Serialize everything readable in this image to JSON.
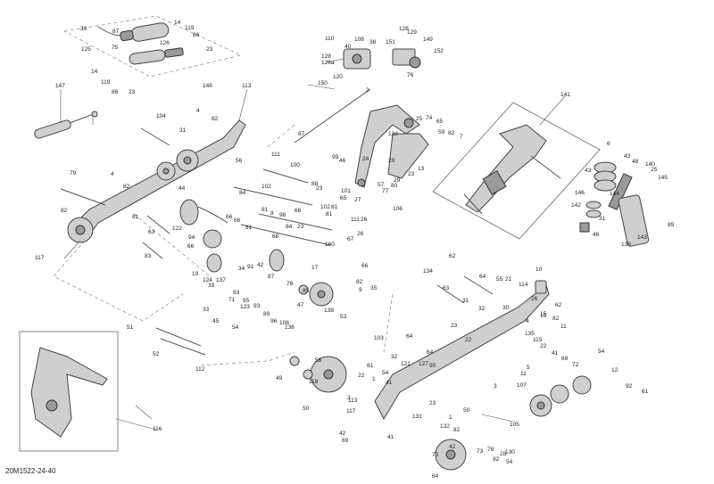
{
  "document_ref": "20M1522-24-40",
  "callouts": [
    {
      "id": "c1",
      "text": "33"
    },
    {
      "id": "c2",
      "text": "87"
    },
    {
      "id": "c3",
      "text": "125"
    },
    {
      "id": "c4",
      "text": "75"
    },
    {
      "id": "c5",
      "text": "14"
    },
    {
      "id": "c6",
      "text": "119"
    },
    {
      "id": "c7",
      "text": "86"
    },
    {
      "id": "c8",
      "text": "126"
    },
    {
      "id": "c9",
      "text": "23"
    },
    {
      "id": "c10",
      "text": "14"
    },
    {
      "id": "c11",
      "text": "119"
    },
    {
      "id": "c12",
      "text": "86"
    },
    {
      "id": "c13",
      "text": "23"
    },
    {
      "id": "c14",
      "text": "148"
    },
    {
      "id": "c15",
      "text": "147"
    },
    {
      "id": "c16",
      "text": "113"
    },
    {
      "id": "c17",
      "text": "104"
    },
    {
      "id": "c18",
      "text": "4"
    },
    {
      "id": "c19",
      "text": "82"
    },
    {
      "id": "c20",
      "text": "31"
    },
    {
      "id": "c21",
      "text": "56"
    },
    {
      "id": "c22",
      "text": "79"
    },
    {
      "id": "c23",
      "text": "4"
    },
    {
      "id": "c24",
      "text": "82"
    },
    {
      "id": "c25",
      "text": "82"
    },
    {
      "id": "c26",
      "text": "44"
    },
    {
      "id": "c27",
      "text": "122"
    },
    {
      "id": "c28",
      "text": "63"
    },
    {
      "id": "c29",
      "text": "81"
    },
    {
      "id": "c30",
      "text": "117"
    },
    {
      "id": "c31",
      "text": "83"
    },
    {
      "id": "c32",
      "text": "110"
    },
    {
      "id": "c33",
      "text": "108"
    },
    {
      "id": "c34",
      "text": "38"
    },
    {
      "id": "c35",
      "text": "40"
    },
    {
      "id": "c36",
      "text": "128"
    },
    {
      "id": "c37",
      "text": "129"
    },
    {
      "id": "c38",
      "text": "151"
    },
    {
      "id": "c39",
      "text": "149"
    },
    {
      "id": "c40",
      "text": "152"
    },
    {
      "id": "c41",
      "text": "128"
    },
    {
      "id": "c42",
      "text": "128a"
    },
    {
      "id": "c43",
      "text": "120"
    },
    {
      "id": "c44",
      "text": "2"
    },
    {
      "id": "c45",
      "text": "76"
    },
    {
      "id": "c46",
      "text": "150"
    },
    {
      "id": "c47",
      "text": "87"
    },
    {
      "id": "c48",
      "text": "133"
    },
    {
      "id": "c49",
      "text": "25"
    },
    {
      "id": "c50",
      "text": "74"
    },
    {
      "id": "c51",
      "text": "65"
    },
    {
      "id": "c52",
      "text": "59"
    },
    {
      "id": "c53",
      "text": "82"
    },
    {
      "id": "c54",
      "text": "7"
    },
    {
      "id": "c55",
      "text": "99"
    },
    {
      "id": "c56",
      "text": "46"
    },
    {
      "id": "c57",
      "text": "24"
    },
    {
      "id": "c58",
      "text": "29"
    },
    {
      "id": "c59",
      "text": "13"
    },
    {
      "id": "c60",
      "text": "57"
    },
    {
      "id": "c61",
      "text": "29"
    },
    {
      "id": "c62",
      "text": "23"
    },
    {
      "id": "c63",
      "text": "80"
    },
    {
      "id": "c64",
      "text": "77"
    },
    {
      "id": "c65",
      "text": "101"
    },
    {
      "id": "c66",
      "text": "65"
    },
    {
      "id": "c67",
      "text": "27"
    },
    {
      "id": "c68",
      "text": "106"
    },
    {
      "id": "c69",
      "text": "111"
    },
    {
      "id": "c70",
      "text": "100"
    },
    {
      "id": "c71",
      "text": "102"
    },
    {
      "id": "c72",
      "text": "88"
    },
    {
      "id": "c73",
      "text": "23"
    },
    {
      "id": "c74",
      "text": "84"
    },
    {
      "id": "c75",
      "text": "81"
    },
    {
      "id": "c76",
      "text": "8"
    },
    {
      "id": "c77",
      "text": "98"
    },
    {
      "id": "c78",
      "text": "66"
    },
    {
      "id": "c79",
      "text": "81"
    },
    {
      "id": "c80",
      "text": "102"
    },
    {
      "id": "c81",
      "text": "81"
    },
    {
      "id": "c82",
      "text": "111"
    },
    {
      "id": "c83",
      "text": "26"
    },
    {
      "id": "c84",
      "text": "66"
    },
    {
      "id": "c85",
      "text": "66"
    },
    {
      "id": "c86",
      "text": "81"
    },
    {
      "id": "c87",
      "text": "84"
    },
    {
      "id": "c88",
      "text": "23"
    },
    {
      "id": "c89",
      "text": "26"
    },
    {
      "id": "c90",
      "text": "160"
    },
    {
      "id": "c91",
      "text": "67"
    },
    {
      "id": "c92",
      "text": "94"
    },
    {
      "id": "c93",
      "text": "66"
    },
    {
      "id": "c94",
      "text": "68"
    },
    {
      "id": "c95",
      "text": "34"
    },
    {
      "id": "c96",
      "text": "91"
    },
    {
      "id": "c97",
      "text": "42"
    },
    {
      "id": "c98",
      "text": "17"
    },
    {
      "id": "c99",
      "text": "19"
    },
    {
      "id": "c100",
      "text": "124"
    },
    {
      "id": "c101",
      "text": "39"
    },
    {
      "id": "c102",
      "text": "137"
    },
    {
      "id": "c103",
      "text": "87"
    },
    {
      "id": "c104",
      "text": "93"
    },
    {
      "id": "c105",
      "text": "71"
    },
    {
      "id": "c106",
      "text": "95"
    },
    {
      "id": "c107",
      "text": "93"
    },
    {
      "id": "c108",
      "text": "33"
    },
    {
      "id": "c109",
      "text": "123"
    },
    {
      "id": "c110",
      "text": "89"
    },
    {
      "id": "c111",
      "text": "96"
    },
    {
      "id": "c112",
      "text": "108"
    },
    {
      "id": "c113",
      "text": "47"
    },
    {
      "id": "c114",
      "text": "136"
    },
    {
      "id": "c115",
      "text": "45"
    },
    {
      "id": "c116",
      "text": "54"
    },
    {
      "id": "c117",
      "text": "78"
    },
    {
      "id": "c118",
      "text": "85"
    },
    {
      "id": "c119",
      "text": "138"
    },
    {
      "id": "c120",
      "text": "66"
    },
    {
      "id": "c121",
      "text": "82"
    },
    {
      "id": "c122",
      "text": "9"
    },
    {
      "id": "c123",
      "text": "35"
    },
    {
      "id": "c124",
      "text": "53"
    },
    {
      "id": "c125",
      "text": "51"
    },
    {
      "id": "c126",
      "text": "52"
    },
    {
      "id": "c127",
      "text": "112"
    },
    {
      "id": "c128",
      "text": "116"
    },
    {
      "id": "c129",
      "text": "141"
    },
    {
      "id": "c130",
      "text": "6"
    },
    {
      "id": "c131",
      "text": "43"
    },
    {
      "id": "c132",
      "text": "48"
    },
    {
      "id": "c133",
      "text": "140"
    },
    {
      "id": "c134",
      "text": "43"
    },
    {
      "id": "c135",
      "text": "25"
    },
    {
      "id": "c136",
      "text": "145"
    },
    {
      "id": "c137",
      "text": "146"
    },
    {
      "id": "c138",
      "text": "144"
    },
    {
      "id": "c139",
      "text": "142"
    },
    {
      "id": "c140",
      "text": "31"
    },
    {
      "id": "c141",
      "text": "46"
    },
    {
      "id": "c142",
      "text": "139"
    },
    {
      "id": "c143",
      "text": "143"
    },
    {
      "id": "c144",
      "text": "89"
    },
    {
      "id": "c145",
      "text": "62"
    },
    {
      "id": "c146",
      "text": "134"
    },
    {
      "id": "c147",
      "text": "63"
    },
    {
      "id": "c148",
      "text": "64"
    },
    {
      "id": "c149",
      "text": "55"
    },
    {
      "id": "c150",
      "text": "21"
    },
    {
      "id": "c151",
      "text": "114"
    },
    {
      "id": "c152",
      "text": "10"
    },
    {
      "id": "c153",
      "text": "62"
    },
    {
      "id": "c154",
      "text": "31"
    },
    {
      "id": "c155",
      "text": "32"
    },
    {
      "id": "c156",
      "text": "30"
    },
    {
      "id": "c157",
      "text": "26"
    },
    {
      "id": "c158",
      "text": "15"
    },
    {
      "id": "c159",
      "text": "82"
    },
    {
      "id": "c160",
      "text": "4"
    },
    {
      "id": "c161",
      "text": "11"
    },
    {
      "id": "c162",
      "text": "135"
    },
    {
      "id": "c163",
      "text": "115"
    },
    {
      "id": "c164",
      "text": "22"
    },
    {
      "id": "c165",
      "text": "23"
    },
    {
      "id": "c166",
      "text": "22"
    },
    {
      "id": "c167",
      "text": "64"
    },
    {
      "id": "c168",
      "text": "103"
    },
    {
      "id": "c169",
      "text": "64"
    },
    {
      "id": "c170",
      "text": "32"
    },
    {
      "id": "c171",
      "text": "121"
    },
    {
      "id": "c172",
      "text": "127"
    },
    {
      "id": "c173",
      "text": "90"
    },
    {
      "id": "c174",
      "text": "81"
    },
    {
      "id": "c175",
      "text": "54"
    },
    {
      "id": "c176",
      "text": "22"
    },
    {
      "id": "c177",
      "text": "1"
    },
    {
      "id": "c178",
      "text": "41"
    },
    {
      "id": "c179",
      "text": "58"
    },
    {
      "id": "c180",
      "text": "49"
    },
    {
      "id": "c181",
      "text": "118"
    },
    {
      "id": "c182",
      "text": "50"
    },
    {
      "id": "c183",
      "text": "117"
    },
    {
      "id": "c184",
      "text": "69"
    },
    {
      "id": "c185",
      "text": "54"
    },
    {
      "id": "c186",
      "text": "41"
    },
    {
      "id": "c187",
      "text": "69"
    },
    {
      "id": "c188",
      "text": "72"
    },
    {
      "id": "c189",
      "text": "12"
    },
    {
      "id": "c190",
      "text": "92"
    },
    {
      "id": "c191",
      "text": "61"
    },
    {
      "id": "c192",
      "text": "3"
    },
    {
      "id": "c193",
      "text": "107"
    },
    {
      "id": "c194",
      "text": "105"
    },
    {
      "id": "c195",
      "text": "131"
    },
    {
      "id": "c196",
      "text": "132"
    },
    {
      "id": "c197",
      "text": "82"
    },
    {
      "id": "c198",
      "text": "23"
    },
    {
      "id": "c199",
      "text": "1"
    },
    {
      "id": "c200",
      "text": "50"
    },
    {
      "id": "c201",
      "text": "41"
    },
    {
      "id": "c202",
      "text": "73"
    },
    {
      "id": "c203",
      "text": "78"
    },
    {
      "id": "c204",
      "text": "28"
    },
    {
      "id": "c205",
      "text": "130"
    },
    {
      "id": "c206",
      "text": "92"
    },
    {
      "id": "c207",
      "text": "54"
    },
    {
      "id": "c208",
      "text": "70"
    },
    {
      "id": "c209",
      "text": "64"
    },
    {
      "id": "c210",
      "text": "42"
    },
    {
      "id": "c211",
      "text": "113"
    },
    {
      "id": "c212",
      "text": "42"
    },
    {
      "id": "c213",
      "text": "3"
    },
    {
      "id": "c214",
      "text": "11"
    },
    {
      "id": "c215",
      "text": "5"
    },
    {
      "id": "c216",
      "text": "18"
    }
  ]
}
